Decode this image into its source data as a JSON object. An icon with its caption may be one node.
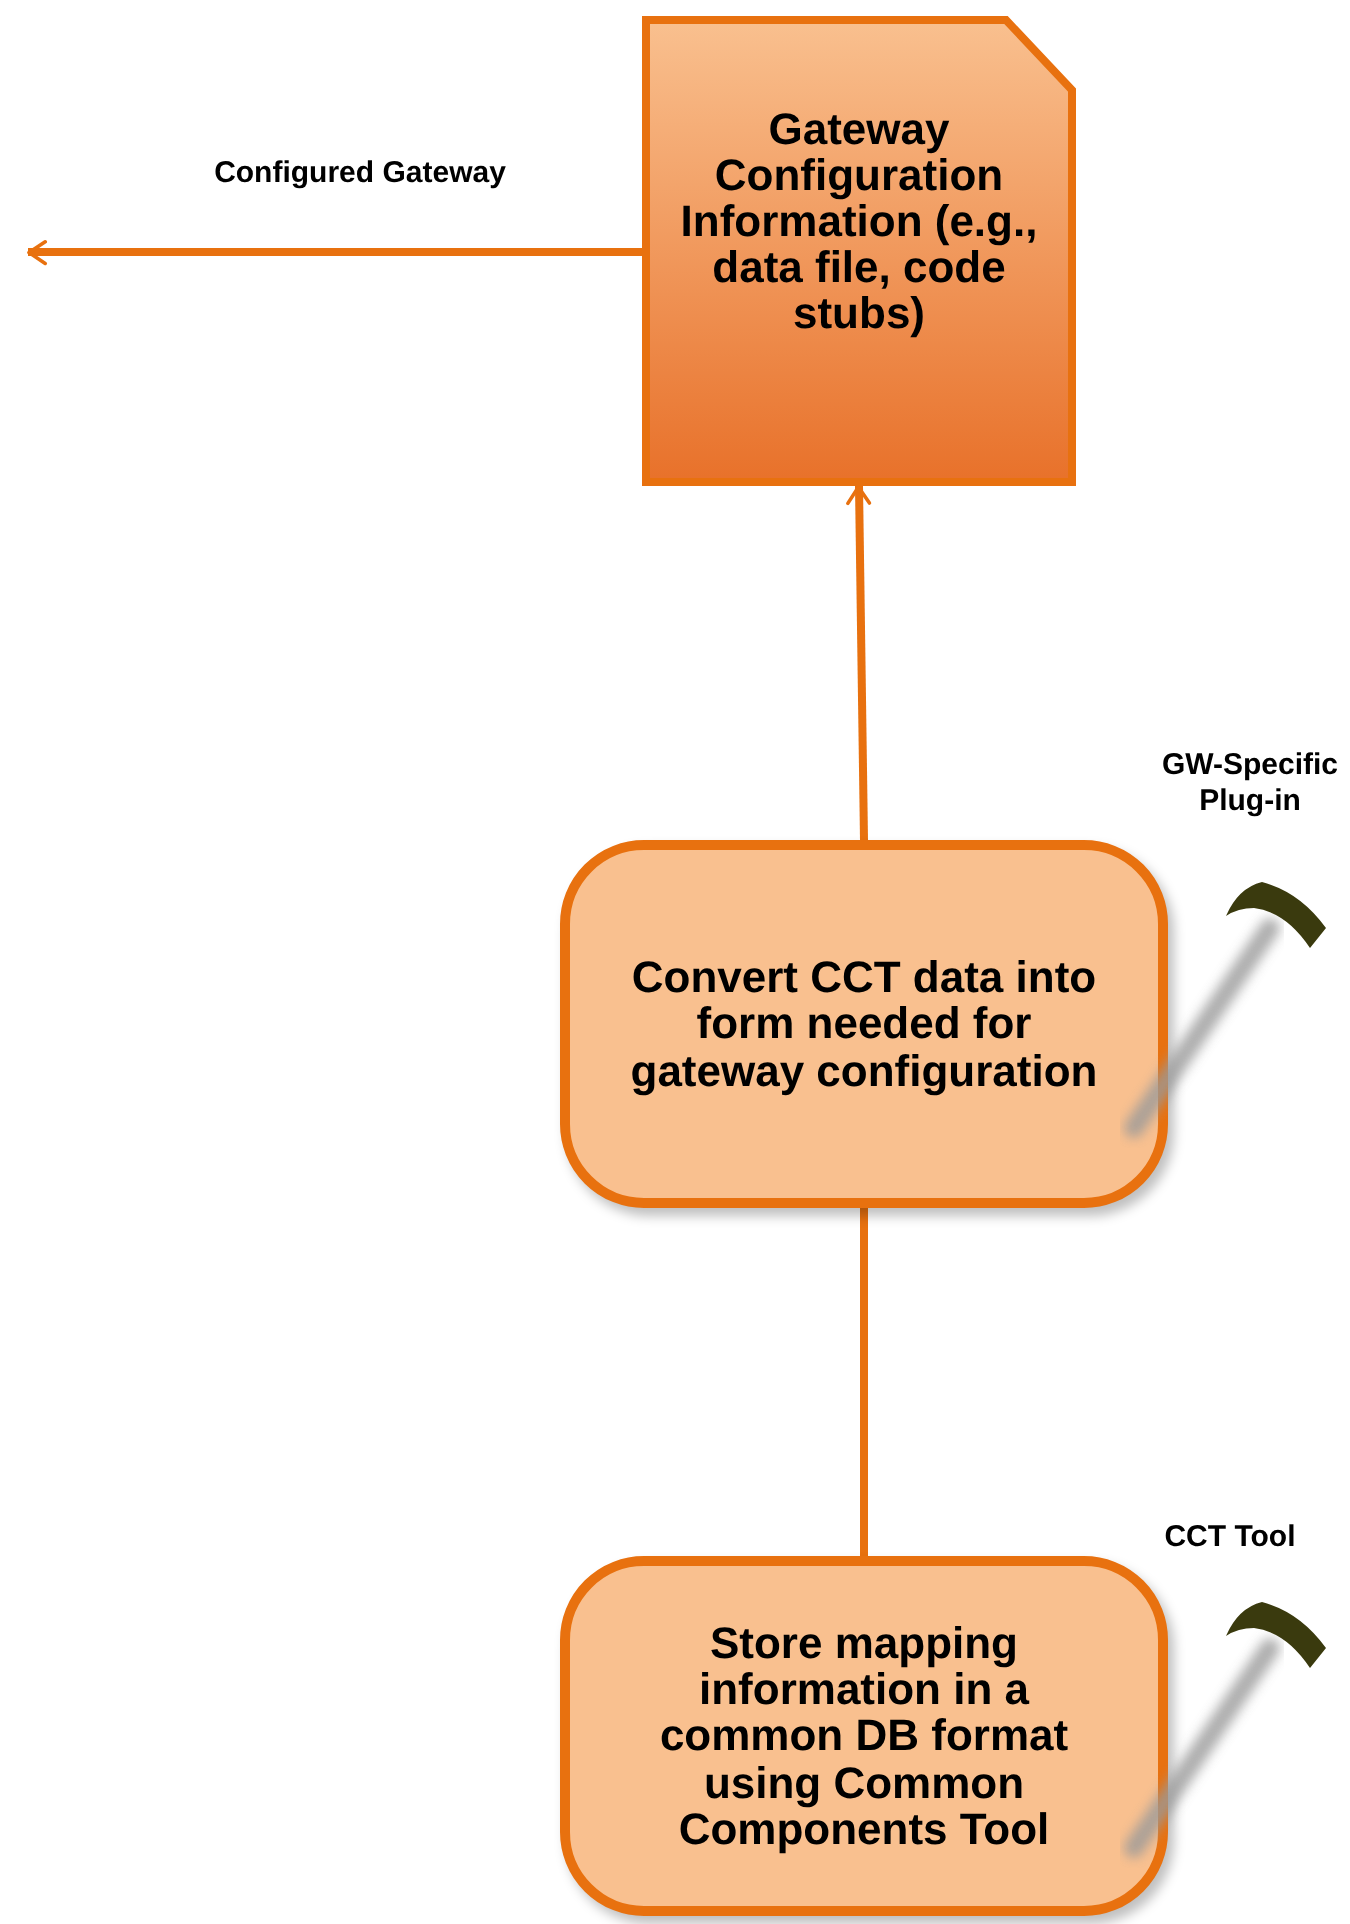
{
  "diagram": {
    "nodes": [
      {
        "text": [
          "Gateway Configuration Information (e.g., data file, code stubs)"
        ]
      },
      {
        "text": [
          "Convert CCT data into form needed for gateway configuration"
        ]
      },
      {
        "text": [
          "Store mapping information in a common DB format using Common Components Tool"
        ]
      }
    ],
    "edges": [
      {
        "from": 1,
        "to": 0,
        "arrow": "to"
      },
      {
        "from": 2,
        "to": 1,
        "arrow": "none"
      },
      {
        "from": 0,
        "to": null,
        "arrow": "to",
        "label": "Configured Gateway"
      }
    ],
    "labels": [
      "GW-Specific Plug-in",
      "CCT Tool"
    ]
  }
}
